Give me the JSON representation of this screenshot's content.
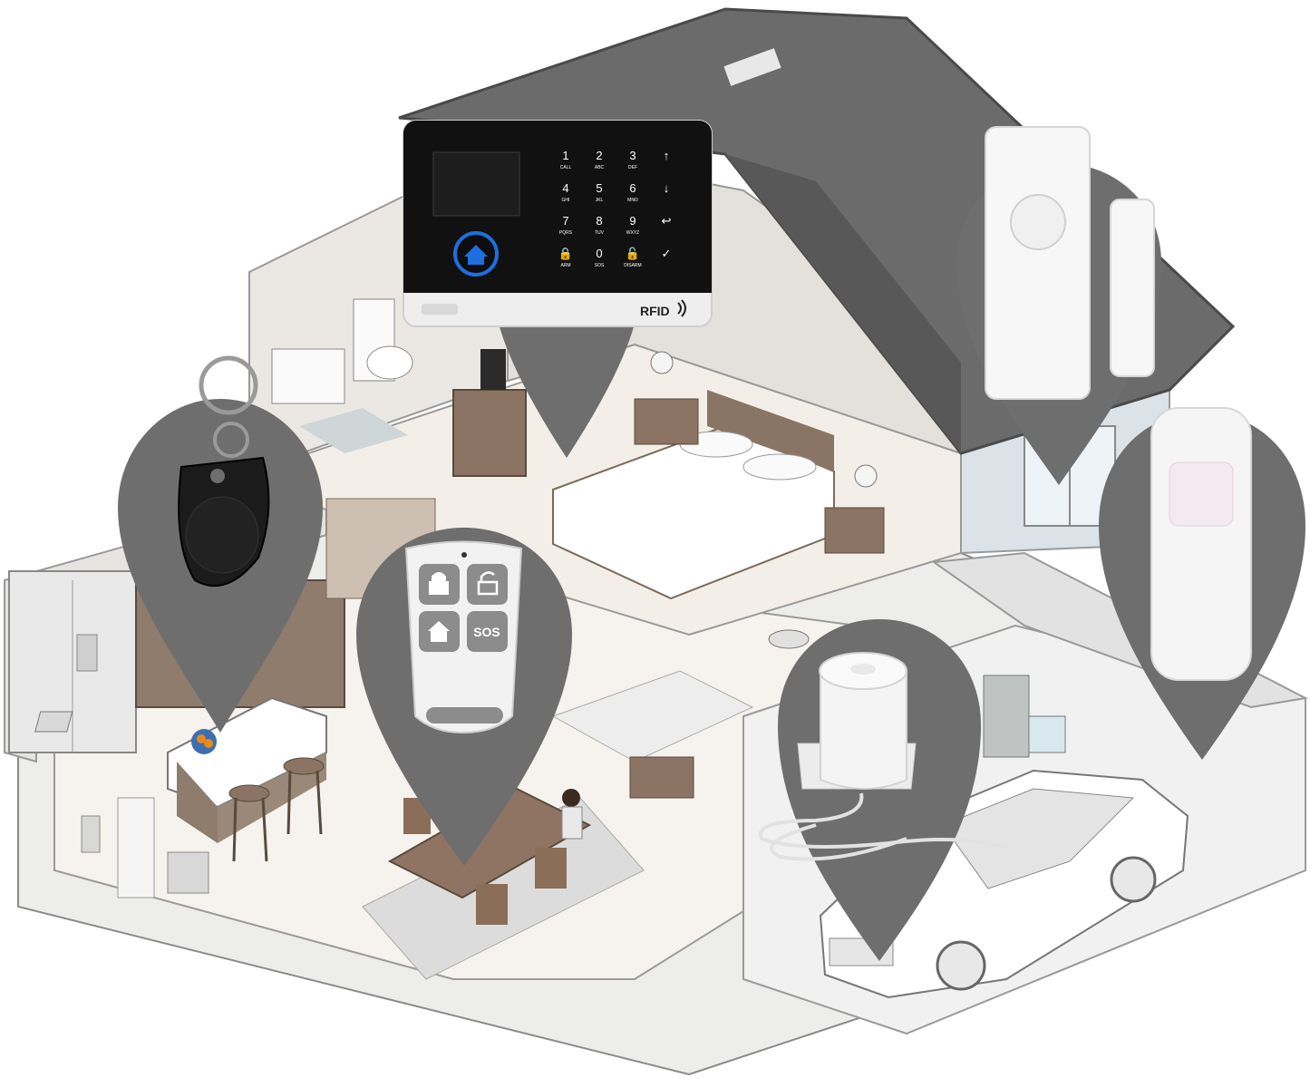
{
  "colors": {
    "roof": "#6b6b6b",
    "pin": "#6e6e6e",
    "panel": "#111111",
    "panel_accent": "#1e6fe0",
    "device_white": "#f4f4f4"
  },
  "alarm_panel": {
    "keys": [
      {
        "main": "1",
        "sub": "CALL"
      },
      {
        "main": "2",
        "sub": "ABC"
      },
      {
        "main": "3",
        "sub": "DEF"
      },
      {
        "main": "↑",
        "sub": ""
      },
      {
        "main": "4",
        "sub": "GHI"
      },
      {
        "main": "5",
        "sub": "JKL"
      },
      {
        "main": "6",
        "sub": "MNO"
      },
      {
        "main": "↓",
        "sub": ""
      },
      {
        "main": "7",
        "sub": "PQRS"
      },
      {
        "main": "8",
        "sub": "TUV"
      },
      {
        "main": "9",
        "sub": "WXYZ"
      },
      {
        "main": "↩",
        "sub": ""
      },
      {
        "main": "🔒",
        "sub": "ARM"
      },
      {
        "main": "0",
        "sub": "SOS"
      },
      {
        "main": "🔓",
        "sub": "DISARM"
      },
      {
        "main": "✓",
        "sub": ""
      }
    ],
    "rfid_label": "RFID",
    "home_icon": "house-icon"
  },
  "remote": {
    "sos_label": "SOS",
    "icons": [
      "lock-icon",
      "unlock-icon",
      "home-icon"
    ]
  },
  "rfid_tag": {
    "icon": "keyfob-icon"
  }
}
